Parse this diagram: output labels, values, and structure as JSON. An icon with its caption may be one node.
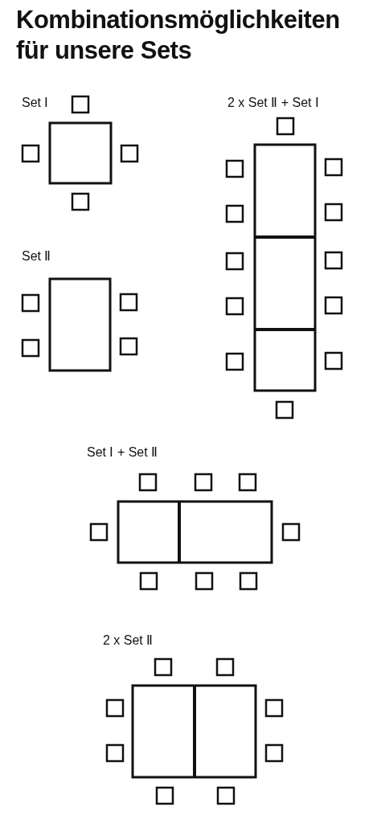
{
  "diagram": {
    "title": "Kombinationsmöglichkeiten für unsere Sets",
    "labels": [
      "Set Ⅰ",
      "2 x Set Ⅱ + Set Ⅰ",
      "Set Ⅱ",
      "Set Ⅰ + Set Ⅱ",
      "2 x Set Ⅱ"
    ]
  }
}
